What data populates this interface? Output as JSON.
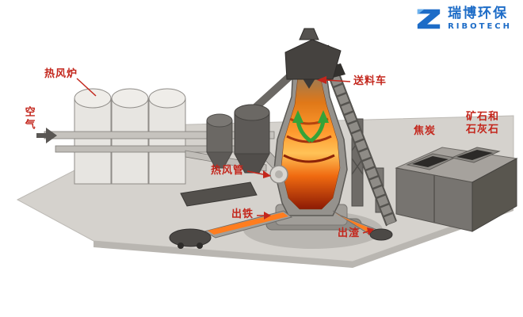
{
  "logo": {
    "brand_cn": "瑞博环保",
    "brand_en": "RIBOTECH",
    "accent_color": "#1d6cc7"
  },
  "diagram": {
    "name": "blast-furnace-ironmaking-process",
    "label_color": "#c3261c",
    "labels": {
      "hot_blast_stove": "热风炉",
      "air": "空气",
      "feed_car": "送料车",
      "hot_blast_pipe": "热风管",
      "iron_out": "出铁",
      "slag_out": "出渣",
      "coke": "焦炭",
      "ore_limestone": "矿石和\n石灰石"
    },
    "colors": {
      "molten": "#ff7d1f",
      "green_arrow": "#35a338",
      "steel_light": "#e7e5e1",
      "steel_dark": "#5d5a57",
      "platform": "#d5d2cd"
    }
  }
}
